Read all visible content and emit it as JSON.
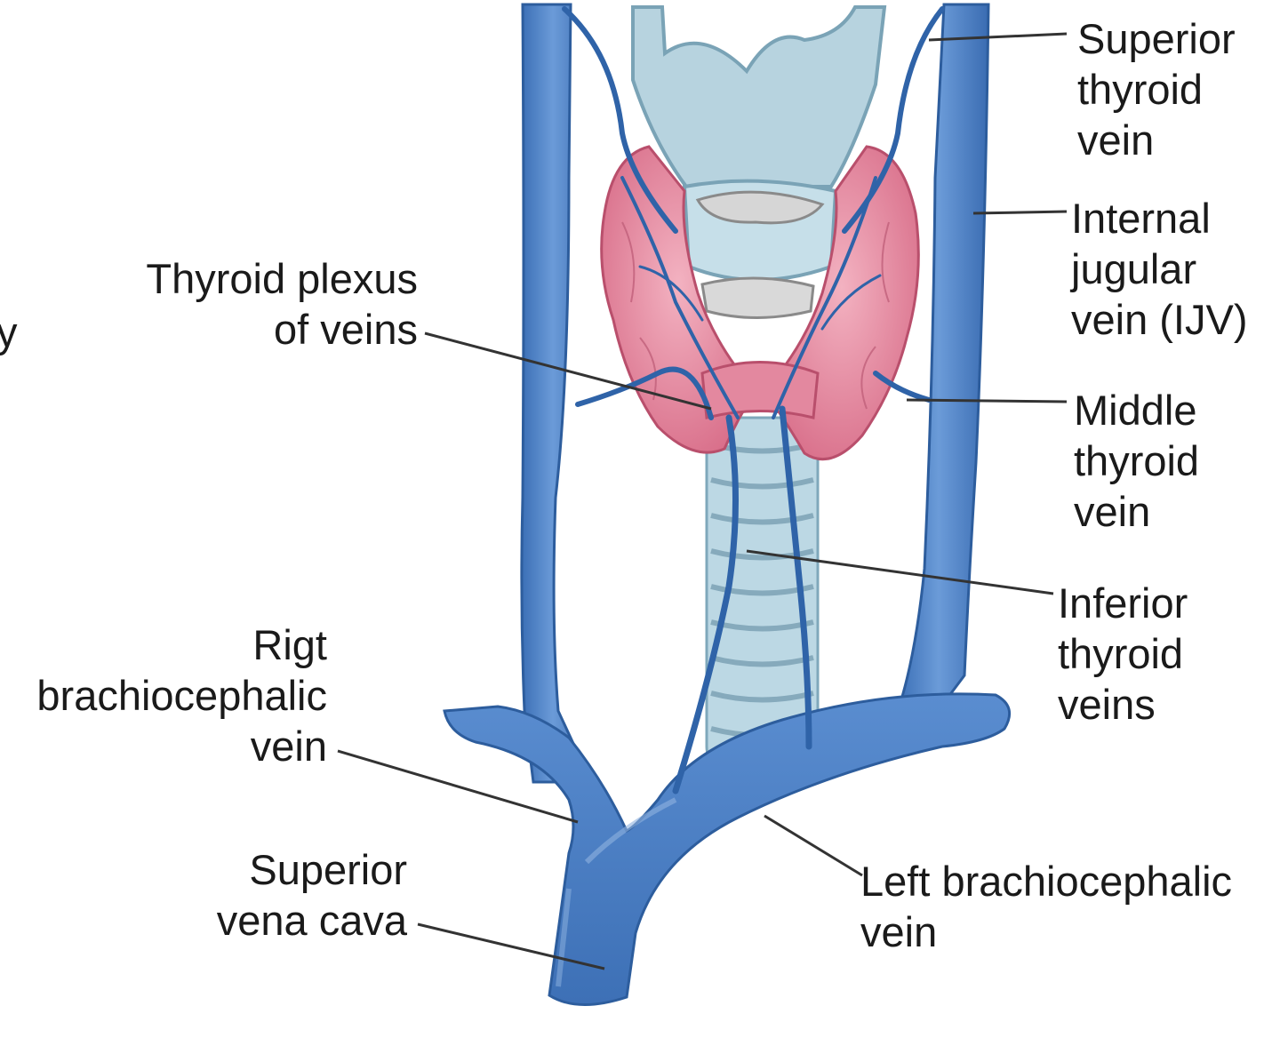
{
  "labels": {
    "superior_thyroid_vein": [
      "Superior",
      "thyroid",
      "vein"
    ],
    "internal_jugular_vein": [
      "Internal",
      "jugular",
      "vein (IJV)"
    ],
    "thyroid_plexus": [
      "Thyroid plexus",
      "of veins"
    ],
    "middle_thyroid_vein": [
      "Middle",
      "thyroid",
      "vein"
    ],
    "inferior_thyroid_veins": [
      "Inferior",
      "thyroid",
      "veins"
    ],
    "right_brachiocephalic_vein": [
      "Rigt",
      "brachiocephalic",
      "vein"
    ],
    "superior_vena_cava": [
      "Superior",
      "vena cava"
    ],
    "left_brachiocephalic_vein": [
      "Left brachiocephalic",
      "vein"
    ],
    "edge_fragment": "y"
  },
  "colors": {
    "vein": "#4a7ec6",
    "vein_dark": "#2f5f9f",
    "vein_light": "#8fb3e0",
    "thyroid": "#e58fa4",
    "thyroid_dark": "#c75b77",
    "cartilage": "#b9d6e3",
    "cartilage_dark": "#7aa6bb",
    "leader": "#333333"
  }
}
